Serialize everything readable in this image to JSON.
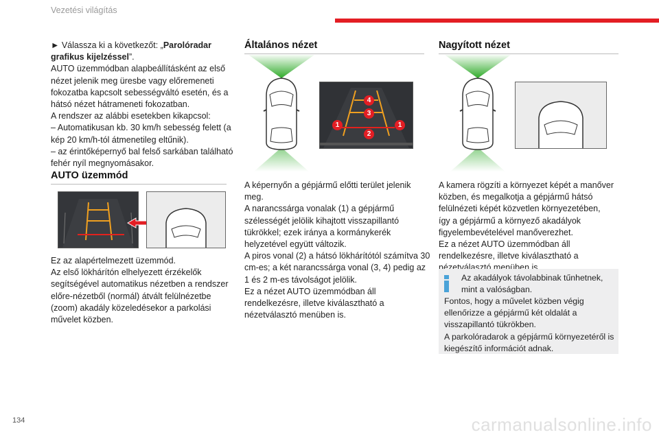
{
  "header": {
    "section_title": "Vezetési világítás"
  },
  "footer": {
    "page_number": "134",
    "watermark": "carmanualsonline.info"
  },
  "colors": {
    "accent_red": "#e31e24",
    "info_blue": "#4aa3d8",
    "green_beam": "#33b52f",
    "orange_guide": "#f0a020"
  },
  "col1": {
    "intro_bullet": "►",
    "intro_plain": "  Válassza ki a következőt: „",
    "intro_bold_1": "Parolóradar",
    "intro_bold_2": "grafikus kijelzéssel",
    "intro_after": "”.",
    "lines": [
      "AUTO üzemmódban alapbeállításként az első",
      "nézet jelenik meg üresbe vagy előremeneti",
      "fokozatba kapcsolt sebességváltó esetén, és a",
      "hátsó nézet hátrameneti fokozatban.",
      "A rendszer az alábbi esetekben kikapcsol:",
      "–  Automatikusan kb. 30 km/h sebesség felett (a",
      "kép 20 km/h-tól átmenetileg eltűnik).",
      "–  az érintőképernyő bal felső sarkában található",
      "fehér nyíl megnyomásakor."
    ],
    "auto_title": "AUTO üzemmód",
    "auto_lines": [
      "Ez az alapértelmezett üzemmód.",
      "Az első lökhárítón elhelyezett érzékelők",
      "segítségével automatikus nézetben a rendszer",
      "előre-nézetből (normál) átvált felülnézetbe",
      "(zoom) akadály közeledésekor a parkolási",
      "művelet közben."
    ]
  },
  "col2": {
    "title": "Általános nézet",
    "markers": [
      "4",
      "3",
      "1",
      "2",
      "1"
    ],
    "lines": [
      "A képernyőn a gépjármű előtti terület jelenik",
      "meg.",
      "A narancssárga vonalak (1) a gépjármű",
      "szélességét jelölik kihajtott visszapillantó",
      "tükrökkel; ezek iránya a kormánykerék",
      "helyzetével együtt változik.",
      "A piros vonal (2) a hátsó lökhárítótól számítva 30",
      "cm-es; a két narancssárga vonal (3, 4) pedig az",
      "1 és 2 m-es távolságot jelölik.",
      "Ez a nézet AUTO üzemmódban áll",
      "rendelkezésre, illetve kiválasztható a",
      "nézetválasztó menüben is."
    ]
  },
  "col3": {
    "title": "Nagyított nézet",
    "lines": [
      "A kamera rögzíti a környezet képét a manőver",
      "közben, és megalkotja a gépjármű hátsó",
      "felülnézeti képét közvetlen környezetében,",
      "így a gépjármű a környező akadályok",
      "figyelembevételével manőverezhet.",
      "Ez a nézet AUTO üzemmódban áll",
      "rendelkezésre, illetve kiválasztható a",
      "nézetválasztó menüben is."
    ],
    "note_lines": [
      "Az akadályok távolabbinak tűnhetnek,",
      "mint a valóságban.",
      "Fontos, hogy a művelet közben végig",
      "ellenőrizze a gépjármű két oldalát a",
      "visszapillantó tükrökben.",
      "A parkolóradarok a gépjármű környezetéről is",
      "kiegészítő információt adnak."
    ]
  }
}
